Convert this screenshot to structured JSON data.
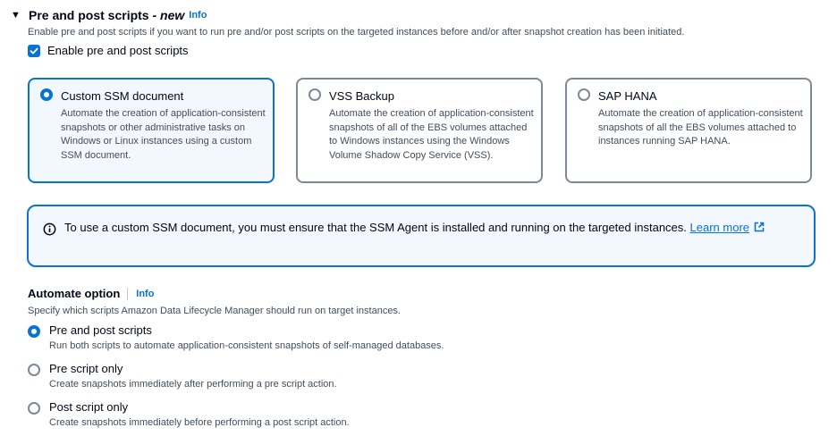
{
  "section": {
    "title_prefix": "Pre and post scripts - ",
    "title_new": "new",
    "info_label": "Info",
    "description": "Enable pre and post scripts if you want to run pre and/or post scripts on the targeted instances before and/or after snapshot creation has been initiated.",
    "enable_label": "Enable pre and post scripts",
    "enable_checked": true
  },
  "tiles": [
    {
      "title": "Custom SSM document",
      "description": "Automate the creation of application-consistent snapshots or other administrative tasks on Windows or Linux instances using a custom SSM document.",
      "selected": true
    },
    {
      "title": "VSS Backup",
      "description": "Automate the creation of application-consistent snapshots of all of the EBS volumes attached to Windows instances using the Windows Volume Shadow Copy Service (VSS).",
      "selected": false
    },
    {
      "title": "SAP HANA",
      "description": "Automate the creation of application-consistent snapshots of all the EBS volumes attached to instances running SAP HANA.",
      "selected": false
    }
  ],
  "alert": {
    "text": "To use a custom SSM document, you must ensure that the SSM Agent is installed and running on the targeted instances. ",
    "link_word1": "Learn",
    "link_word2": "more"
  },
  "automate": {
    "title": "Automate option",
    "info_label": "Info",
    "description": "Specify which scripts Amazon Data Lifecycle Manager should run on target instances.",
    "options": [
      {
        "label": "Pre and post scripts",
        "description": "Run both scripts to automate application-consistent snapshots of self-managed databases.",
        "selected": true
      },
      {
        "label": "Pre script only",
        "description": "Create snapshots immediately after performing a pre script action.",
        "selected": false
      },
      {
        "label": "Post script only",
        "description": "Create snapshots immediately before performing a post script action.",
        "selected": false
      }
    ]
  },
  "colors": {
    "accent": "#0972d3",
    "text": "#000716",
    "secondary_text": "#414d5c",
    "border": "#7d8998"
  },
  "icons": {
    "expand": "caret-down-icon",
    "checkbox": "checkmark-icon",
    "alert": "info-circle-icon",
    "external": "external-link-icon"
  }
}
